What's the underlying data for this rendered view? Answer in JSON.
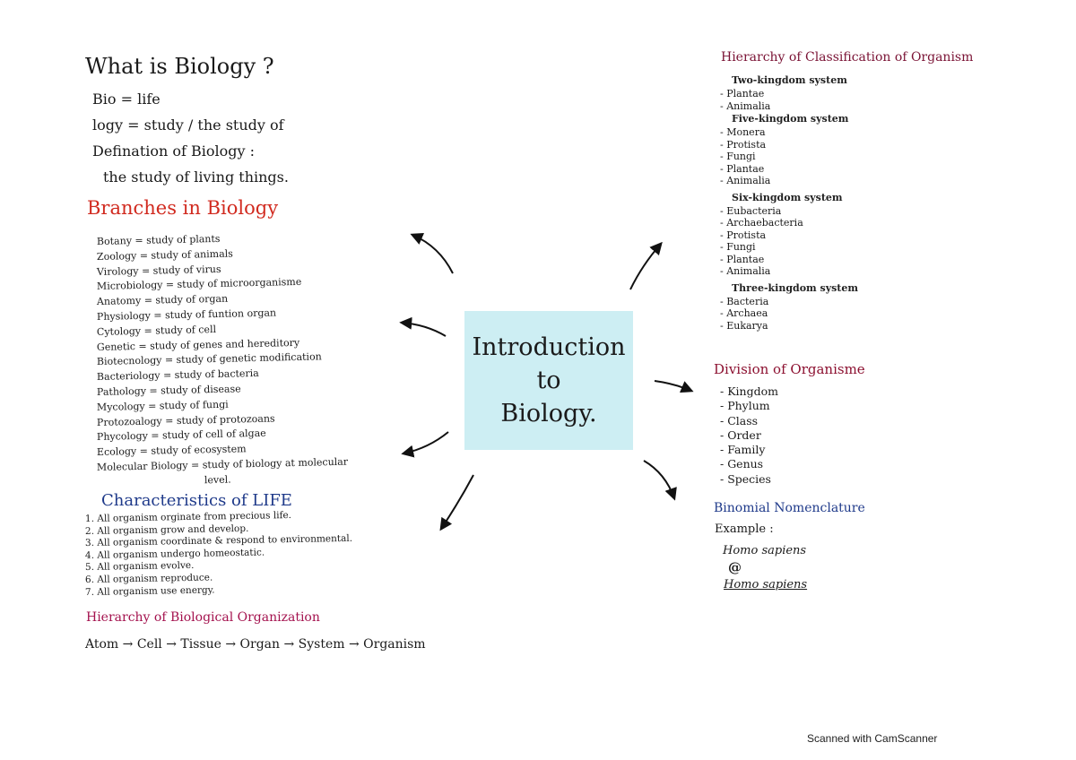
{
  "center": {
    "title_line1": "Introduction",
    "title_line2": "to",
    "title_line3": "Biology."
  },
  "what_is_biology": {
    "title": "What is Biology ?",
    "lines": [
      "Bio = life",
      "logy = study / the study of",
      "Defination of Biology :",
      "the study of living things."
    ]
  },
  "branches": {
    "title": "Branches in Biology",
    "items": [
      "Botany  = study of plants",
      "Zoology = study of animals",
      "Virology = study of virus",
      "Microbiology = study of microorganisme",
      "Anatomy = study of organ",
      "Physiology = study of funtion organ",
      "Cytology = study of cell",
      "Genetic = study of genes and hereditory",
      "Biotecnology = study of genetic modification",
      "Bacteriology = study of bacteria",
      "Pathology = study of disease",
      "Mycology = study of fungi",
      "Protozoalogy = study of protozoans",
      "Phycology = study of cell of algae",
      "Ecology = study of ecosystem",
      "Molecular Biology = study of biology at molecular",
      "level."
    ]
  },
  "characteristics": {
    "title": "Characteristics of LIFE",
    "items": [
      "1. All organism orginate from precious life.",
      "2. All organism grow and develop.",
      "3. All organism coordinate & respond to environmental.",
      "4. All organism undergo homeostatic.",
      "5. All organism evolve.",
      "6. All organism reproduce.",
      "7. All organism use energy."
    ]
  },
  "hierarchy_bio": {
    "title": "Hierarchy of Biological Organization",
    "chain": "Atom → Cell → Tissue → Organ → System → Organism"
  },
  "classification": {
    "title": "Hierarchy of Classification of Organism",
    "systems": [
      {
        "title": "Two-kingdom system",
        "items": [
          "- Plantae",
          "- Animalia"
        ]
      },
      {
        "title": "Five-kingdom system",
        "items": [
          "- Monera",
          "- Protista",
          "- Fungi",
          "- Plantae",
          "- Animalia"
        ]
      },
      {
        "title": "Six-kingdom system",
        "items": [
          "- Eubacteria",
          "- Archaebacteria",
          "- Protista",
          "- Fungi",
          "- Plantae",
          "- Animalia"
        ]
      },
      {
        "title": "Three-kingdom system",
        "items": [
          "- Bacteria",
          "- Archaea",
          "- Eukarya"
        ]
      }
    ]
  },
  "division": {
    "title": "Division of Organisme",
    "items": [
      "- Kingdom",
      "- Phylum",
      "- Class",
      "- Order",
      "- Family",
      "- Genus",
      "- Species"
    ]
  },
  "binomial": {
    "title": "Binomial Nomenclature",
    "example_label": "Example :",
    "name_written": "Homo sapiens",
    "symbol": "@",
    "name_underlined": "Homo sapiens"
  },
  "footer": {
    "scanner_note": "Scanned with CamScanner"
  },
  "colors": {
    "center_box": "#cdeef3",
    "branches_title": "#d12a1f",
    "characteristics_title": "#1f3a8a",
    "hierarchy_title": "#a4124e",
    "classification_title": "#7a1234",
    "division_title": "#8c1030",
    "binomial_title": "#1f3a8a"
  }
}
